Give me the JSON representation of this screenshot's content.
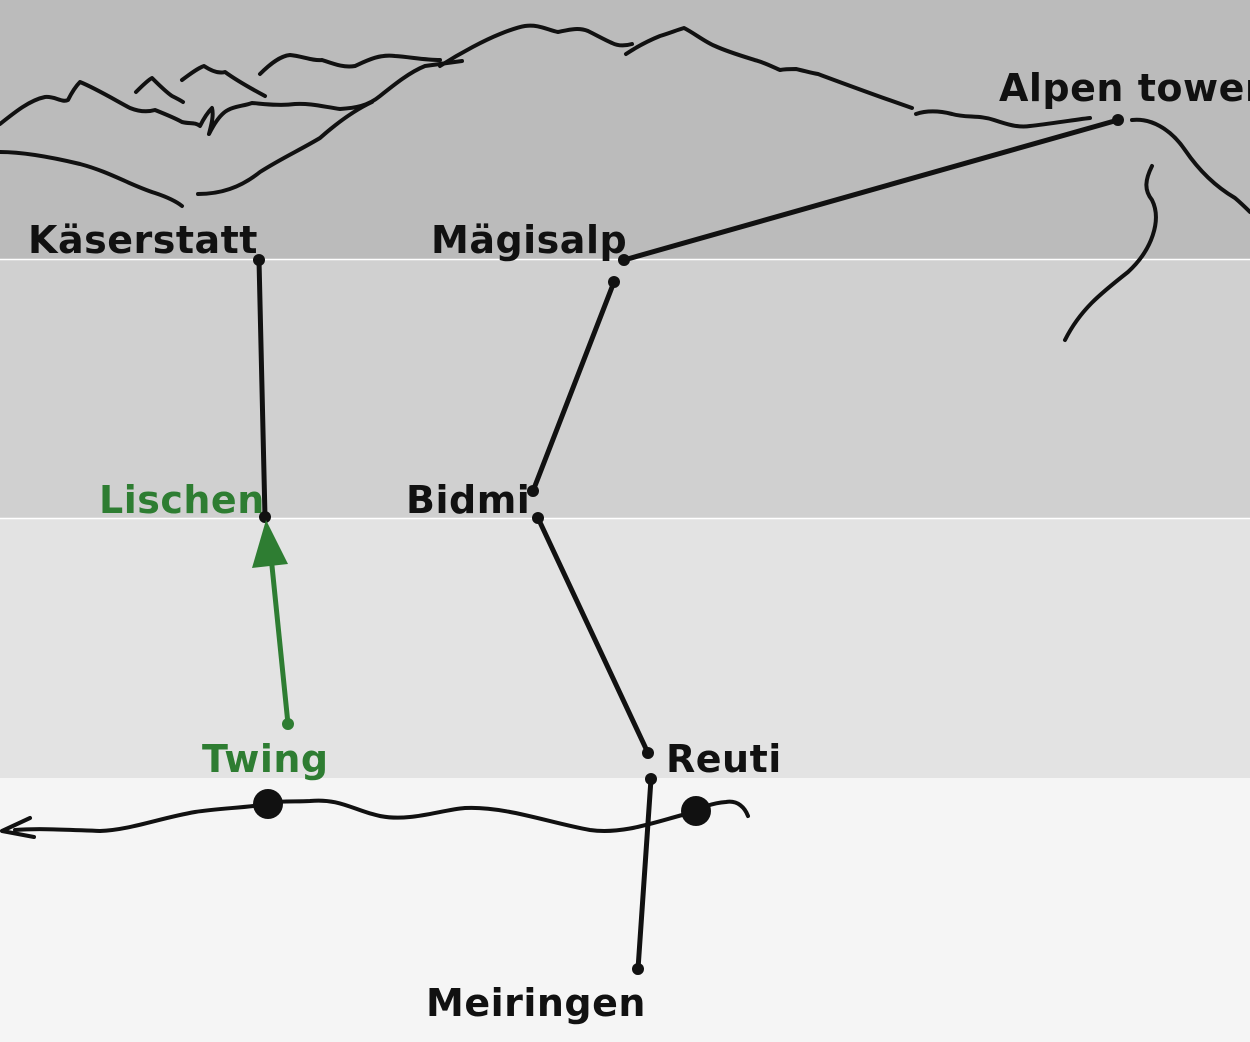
{
  "colors": {
    "band_top": "#bbbbbb",
    "band_2": "#d0d0d0",
    "band_3": "#e3e3e3",
    "band_bottom": "#f5f5f5",
    "line": "#111111",
    "highlight": "#2e7d32"
  },
  "stations": {
    "alpen_tower": "Alpen tower",
    "kaeserstatt": "Käserstatt",
    "maegisalp": "Mägisalp",
    "lischen": "Lischen",
    "bidmi": "Bidmi",
    "twing": "Twing",
    "reuti": "Reuti",
    "meiringen": "Meiringen"
  },
  "links": [
    {
      "from": "Käserstatt",
      "to": "Lischen"
    },
    {
      "from": "Mägisalp",
      "to": "Alpen tower"
    },
    {
      "from": "Mägisalp",
      "to": "Bidmi"
    },
    {
      "from": "Bidmi",
      "to": "Reuti"
    },
    {
      "from": "Reuti",
      "to": "Meiringen"
    },
    {
      "from": "Twing",
      "to": "Lischen",
      "highlighted": true
    }
  ]
}
